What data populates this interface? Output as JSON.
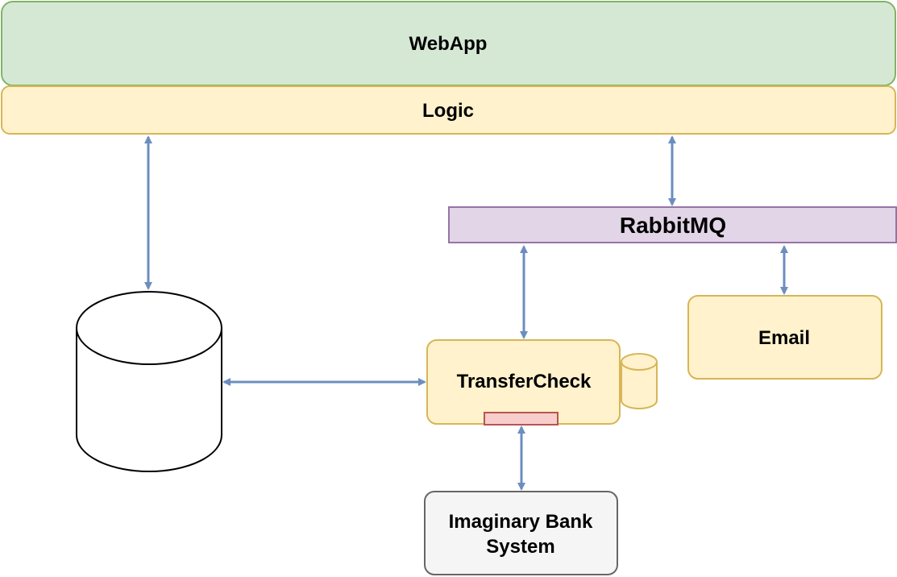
{
  "nodes": {
    "webapp": {
      "label": "WebApp",
      "fill": "#d5e8d4",
      "stroke": "#82b366"
    },
    "logic": {
      "label": "Logic",
      "fill": "#fff2cc",
      "stroke": "#d6b656"
    },
    "rabbitmq": {
      "label": "RabbitMQ",
      "fill": "#e1d5e7",
      "stroke": "#9673a6"
    },
    "email": {
      "label": "Email",
      "fill": "#fff2cc",
      "stroke": "#d6b656"
    },
    "transfercheck": {
      "label": "TransferCheck",
      "fill": "#fff2cc",
      "stroke": "#d6b656"
    },
    "bank": {
      "label_line1": "Imaginary Bank",
      "label_line2": "System",
      "fill": "#f5f5f5",
      "stroke": "#666666"
    },
    "database": {
      "label": "",
      "fill": "#ffffff",
      "stroke": "#000000"
    },
    "local_store": {
      "fill": "#fff2cc",
      "stroke": "#d6b656"
    },
    "port": {
      "fill": "#f8cecc",
      "stroke": "#b85450"
    }
  },
  "edges": [
    {
      "from": "logic",
      "to": "database",
      "style": "bidirectional"
    },
    {
      "from": "logic",
      "to": "rabbitmq",
      "style": "bidirectional"
    },
    {
      "from": "rabbitmq",
      "to": "transfercheck",
      "style": "bidirectional"
    },
    {
      "from": "rabbitmq",
      "to": "email",
      "style": "bidirectional"
    },
    {
      "from": "database",
      "to": "transfercheck",
      "style": "bidirectional"
    },
    {
      "from": "transfercheck",
      "to": "bank",
      "style": "bidirectional"
    }
  ],
  "colors": {
    "edge": "#6c8ebf"
  }
}
